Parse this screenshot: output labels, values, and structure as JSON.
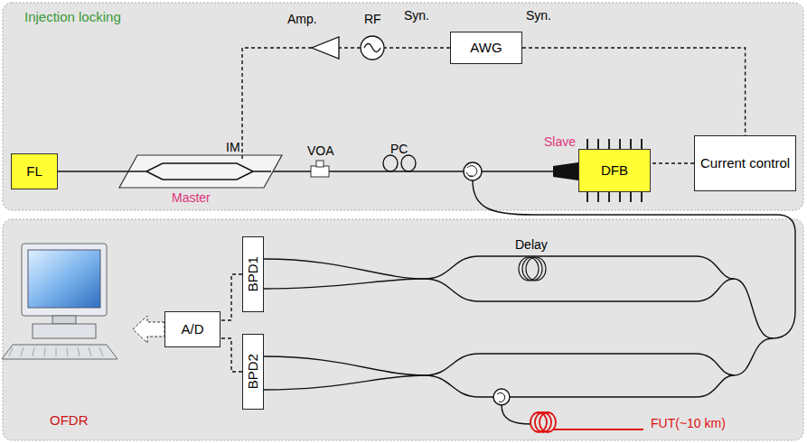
{
  "diagram": {
    "nodes": [
      {
        "text": [
          "Injection locking"
        ]
      },
      {
        "text": [
          "AWG"
        ],
        "in": 0
      },
      {
        "text": [
          "FL"
        ],
        "in": 0
      },
      {
        "text": [
          "DFB"
        ],
        "in": 0
      },
      {
        "text": [
          "Current control"
        ],
        "in": 0
      },
      {
        "text": [
          "OFDR"
        ]
      },
      {
        "text": [
          "BPD1"
        ],
        "in": 5
      },
      {
        "text": [
          "BPD2"
        ],
        "in": 5
      },
      {
        "text": [
          "A/D"
        ],
        "in": 5
      }
    ],
    "edges": [
      {
        "from": 1,
        "to": 4,
        "arrow": "none",
        "label": "Syn."
      },
      {
        "from": 4,
        "to": 3,
        "arrow": "none"
      },
      {
        "from": 6,
        "to": 8,
        "arrow": "none"
      },
      {
        "from": 7,
        "to": 8,
        "arrow": "none"
      }
    ],
    "labels": [
      "Syn.",
      "RF",
      "Amp.",
      "IM",
      "Master",
      "VOA",
      "PC",
      "Slave",
      "Delay",
      "FUT(~10 km)"
    ]
  }
}
